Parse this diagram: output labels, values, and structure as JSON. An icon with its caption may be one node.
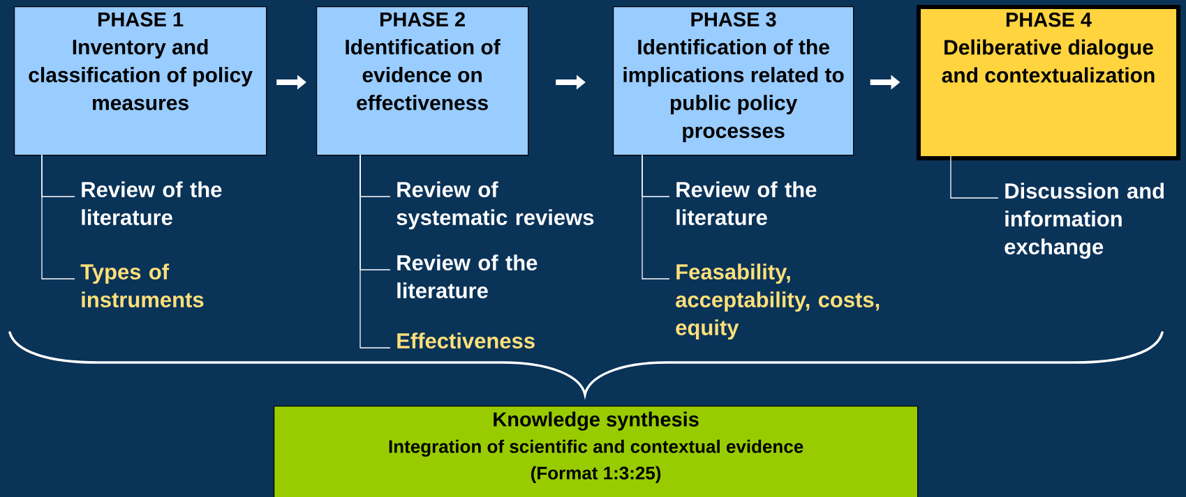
{
  "diagram": {
    "nodes": [
      {
        "text": [
          "PHASE 1",
          "Inventory and classification of policy measures"
        ]
      },
      {
        "text": [
          "PHASE 2",
          "Identification of evidence on effectiveness"
        ]
      },
      {
        "text": [
          "PHASE 3",
          "Identification of the implications related to public policy processes"
        ]
      },
      {
        "text": [
          "PHASE 4",
          "Deliberative dialogue and contextualization"
        ]
      },
      {
        "text": [
          "Review of the literature"
        ]
      },
      {
        "text": [
          "Types of instruments"
        ]
      },
      {
        "text": [
          "Review of systematic reviews"
        ]
      },
      {
        "text": [
          "Review of the literature"
        ]
      },
      {
        "text": [
          "Effectiveness"
        ]
      },
      {
        "text": [
          "Review of the literature"
        ]
      },
      {
        "text": [
          "Feasability, acceptability, costs, equity"
        ]
      },
      {
        "text": [
          "Discussion and information exchange"
        ]
      },
      {
        "text": [
          "Knowledge synthesis",
          "Integration of scientific and contextual evidence",
          "(Format 1:3:25)"
        ]
      }
    ],
    "edges": [
      {
        "from": 0,
        "to": 1,
        "arrow": "to",
        "style": "thick"
      },
      {
        "from": 1,
        "to": 2,
        "arrow": "to",
        "style": "thick"
      },
      {
        "from": 2,
        "to": 3,
        "arrow": "to",
        "style": "thick"
      },
      {
        "from": 0,
        "to": 4,
        "arrow": "none"
      },
      {
        "from": 0,
        "to": 5,
        "arrow": "none"
      },
      {
        "from": 1,
        "to": 6,
        "arrow": "none"
      },
      {
        "from": 1,
        "to": 7,
        "arrow": "none"
      },
      {
        "from": 1,
        "to": 8,
        "arrow": "none"
      },
      {
        "from": 2,
        "to": 9,
        "arrow": "none"
      },
      {
        "from": 2,
        "to": 10,
        "arrow": "none"
      },
      {
        "from": 3,
        "to": 11,
        "arrow": "none"
      }
    ]
  }
}
